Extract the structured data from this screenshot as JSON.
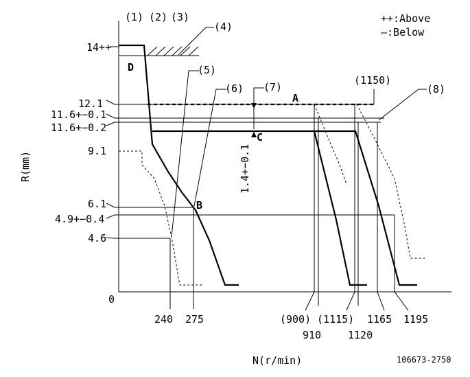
{
  "legend": {
    "above": "++:Above",
    "below": "—:Below"
  },
  "axes": {
    "y_label": "R(mm)",
    "x_label": "N(r/min)"
  },
  "callouts": [
    "(1)",
    "(2)",
    "(3)",
    "(4)",
    "(5)",
    "(6)",
    "(7)",
    "(8)",
    "(1150)"
  ],
  "y_ticks": [
    "14++",
    "12.1",
    "11.6+−0.1",
    "11.6+−0.2",
    "9.1",
    "6.1",
    "4.9+−0.4",
    "4.6",
    "0"
  ],
  "x_ticks": [
    "240",
    "275",
    "(900)",
    "910",
    "(1115)",
    "1120",
    "1165",
    "1195"
  ],
  "points": {
    "a": "A",
    "b": "B",
    "c": "C",
    "d": "D"
  },
  "dimension": "1.4+−0.1",
  "doc_id": "106673-2750"
}
